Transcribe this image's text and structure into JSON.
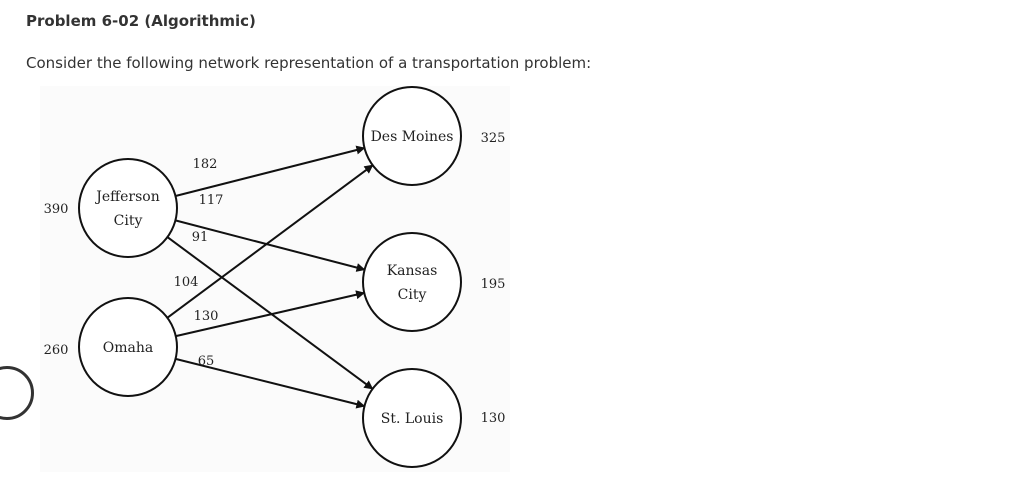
{
  "problem": {
    "title": "Problem 6-02 (Algorithmic)",
    "intro": "Consider the following network representation of a transportation problem:"
  },
  "network": {
    "origins": [
      {
        "id": "jefferson",
        "name_lines": [
          "Jefferson",
          "City"
        ],
        "supply": "390"
      },
      {
        "id": "omaha",
        "name_lines": [
          "Omaha"
        ],
        "supply": "260"
      }
    ],
    "destinations": [
      {
        "id": "desmoines",
        "name_lines": [
          "Des Moines"
        ],
        "demand": "325"
      },
      {
        "id": "kansas",
        "name_lines": [
          "Kansas",
          "City"
        ],
        "demand": "195"
      },
      {
        "id": "stlouis",
        "name_lines": [
          "St. Louis"
        ],
        "demand": "130"
      }
    ],
    "arcs": [
      {
        "from": "jefferson",
        "to": "desmoines",
        "cost": "182"
      },
      {
        "from": "jefferson",
        "to": "kansas",
        "cost": "117"
      },
      {
        "from": "jefferson",
        "to": "stlouis",
        "cost": "91"
      },
      {
        "from": "omaha",
        "to": "desmoines",
        "cost": "104"
      },
      {
        "from": "omaha",
        "to": "kansas",
        "cost": "130"
      },
      {
        "from": "omaha",
        "to": "stlouis",
        "cost": "65"
      }
    ]
  }
}
